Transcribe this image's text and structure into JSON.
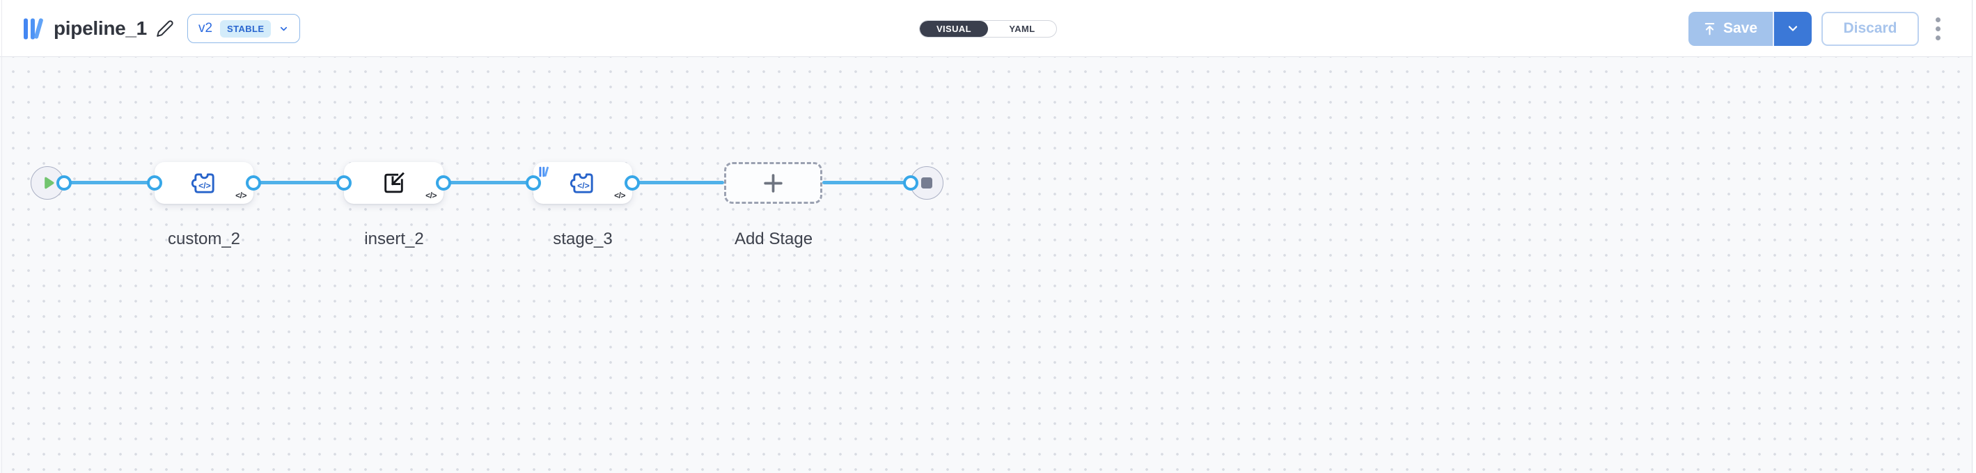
{
  "header": {
    "title": "pipeline_1",
    "version": {
      "label": "v2",
      "badge": "STABLE"
    },
    "view_toggle": {
      "visual": "VISUAL",
      "yaml": "YAML",
      "selected": "VISUAL"
    },
    "save_label": "Save",
    "discard_label": "Discard"
  },
  "canvas": {
    "start_node": "start",
    "end_node": "end",
    "stages": [
      {
        "label": "custom_2",
        "icon": "puzzle-code-icon",
        "badge": "</>"
      },
      {
        "label": "insert_2",
        "icon": "import-icon",
        "badge": "</>"
      },
      {
        "label": "stage_3",
        "icon": "puzzle-code-icon",
        "badge": "</>",
        "marker": "library-icon"
      },
      {
        "label": "Add Stage",
        "icon": "plus-icon",
        "type": "add-stage"
      }
    ]
  },
  "icons": [
    "library-logo-icon",
    "edit-pencil-icon",
    "chevron-down-icon",
    "upload-icon",
    "more-options-icon",
    "play-icon",
    "stop-icon",
    "puzzle-code-icon",
    "import-icon",
    "plus-icon",
    "connection-port"
  ],
  "colors": {
    "accent_blue": "#2c6be0",
    "connector_blue": "#50b1e9",
    "node_icon_blue": "#2763ca",
    "save_disabled_bg": "#a3c3ec",
    "save_dropdown_bg": "#3b78d7",
    "stable_badge_bg": "#d4ecfa",
    "toggle_active_bg": "#3a3f4d",
    "start_green": "#72c46f",
    "stop_gray": "#767d91",
    "canvas_bg": "#f8f9fb"
  }
}
